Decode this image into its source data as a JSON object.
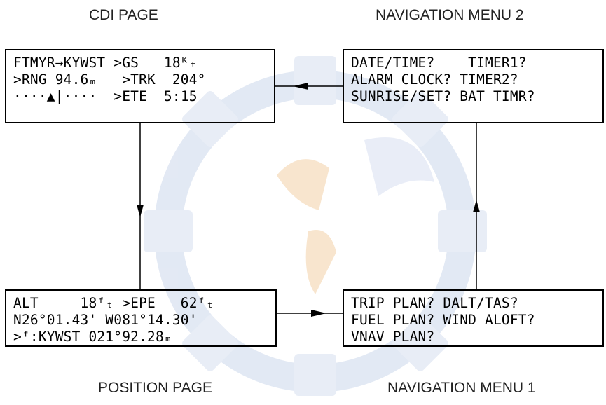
{
  "captions": {
    "cdi_page": "CDI PAGE",
    "nav_menu_2": "NAVIGATION MENU 2",
    "position_page": "POSITION PAGE",
    "nav_menu_1": "NAVIGATION MENU 1"
  },
  "cdi_screen": {
    "line1": "FTMYR→KYWST >GS   18ᴷₜ",
    "line2": ">RNG 94.6ₘ   >TRK  204°",
    "line3_cdi": "····▲|····",
    "line3_ete": ">ETE  5:15"
  },
  "nav_menu_2_screen": {
    "line1": "DATE/TIME?    TIMER1?",
    "line2": "ALARM CLOCK? TIMER2?",
    "line3": "SUNRISE/SET? BAT TIMR?"
  },
  "position_screen": {
    "line1": "ALT     18ᶠₜ >EPE   62ᶠₜ",
    "line2": "N26°01.43' W081°14.30'",
    "line3": ">ᶠ:KYWST 021°92.28ₘ"
  },
  "nav_menu_1_screen": {
    "line1": "TRIP PLAN? DALT/TAS?",
    "line2": "FUEL PLAN? WIND ALOFT?",
    "line3": "VNAV PLAN?"
  },
  "colors": {
    "screen_border": "#000000",
    "arrow": "#000000",
    "watermark_blue": "#c9d4ea",
    "watermark_orange": "#f7dcb8"
  }
}
